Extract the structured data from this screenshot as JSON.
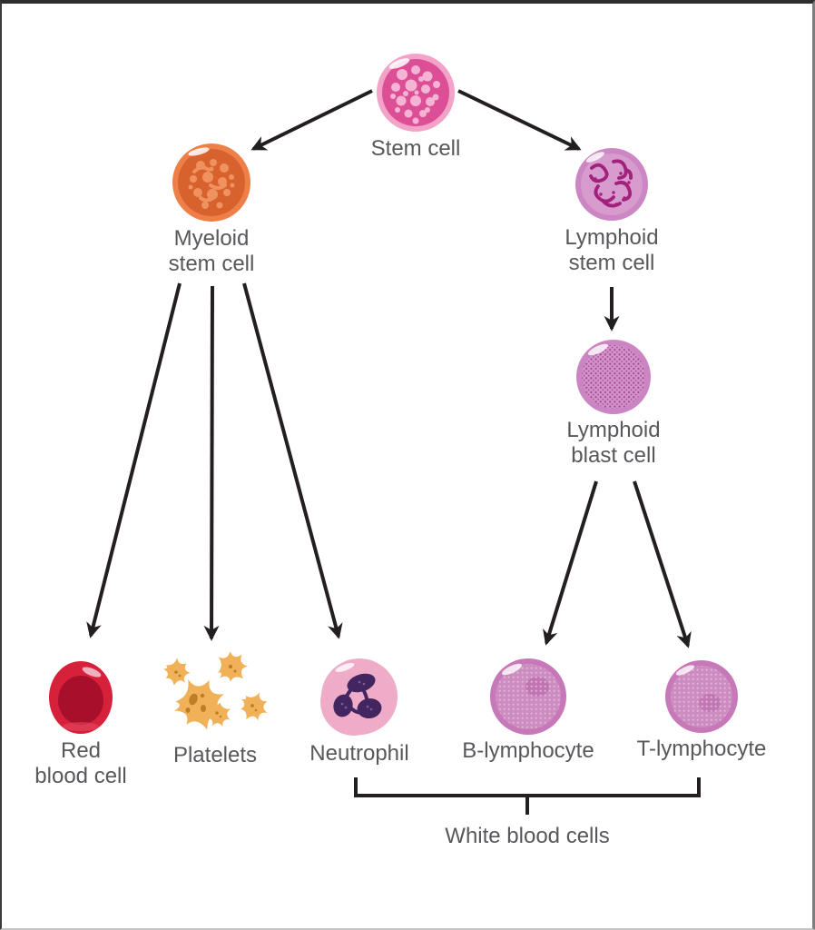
{
  "diagram_type": "cell-lineage-flow",
  "colors": {
    "background": "#ffffff",
    "text": "#57585b",
    "arrow": "#231f20",
    "stem_cell_base": "#f2a3c7",
    "stem_cell_texture": "#dc4f97",
    "myeloid_base": "#ee7f47",
    "myeloid_texture": "#d8622d",
    "lymphoid_base": "#cd86c4",
    "lymphoid_texture": "#a1217c",
    "blast_base": "#cc85c3",
    "blast_texture": "#a5479a",
    "lymphocyte_base": "#c778b9",
    "lymphocyte_texture": "#e2b5d8",
    "rbc_outer": "#d7203a",
    "rbc_inner": "#a80f2b",
    "platelet_body": "#f0b159",
    "platelet_spot": "#c07d28",
    "neutrophil_body": "#efacc9",
    "neutrophil_nucleus": "#43265f"
  },
  "nodes": {
    "stem_cell": {
      "label": "Stem cell"
    },
    "myeloid_stem_cell": {
      "label": "Myeloid\nstem cell"
    },
    "lymphoid_stem_cell": {
      "label": "Lymphoid\nstem cell"
    },
    "lymphoid_blast_cell": {
      "label": "Lymphoid\nblast cell"
    },
    "red_blood_cell": {
      "label": "Red\nblood cell"
    },
    "platelets": {
      "label": "Platelets"
    },
    "neutrophil": {
      "label": "Neutrophil"
    },
    "b_lymphocyte": {
      "label": "B-lymphocyte"
    },
    "t_lymphocyte": {
      "label": "T-lymphocyte"
    }
  },
  "group_bracket": {
    "label": "White blood cells",
    "members": [
      "Neutrophil",
      "B-lymphocyte",
      "T-lymphocyte"
    ]
  },
  "edges": [
    {
      "from": "Stem cell",
      "to": "Myeloid stem cell"
    },
    {
      "from": "Stem cell",
      "to": "Lymphoid stem cell"
    },
    {
      "from": "Myeloid stem cell",
      "to": "Red blood cell"
    },
    {
      "from": "Myeloid stem cell",
      "to": "Platelets"
    },
    {
      "from": "Myeloid stem cell",
      "to": "Neutrophil"
    },
    {
      "from": "Lymphoid stem cell",
      "to": "Lymphoid blast cell"
    },
    {
      "from": "Lymphoid blast cell",
      "to": "B-lymphocyte"
    },
    {
      "from": "Lymphoid blast cell",
      "to": "T-lymphocyte"
    }
  ]
}
